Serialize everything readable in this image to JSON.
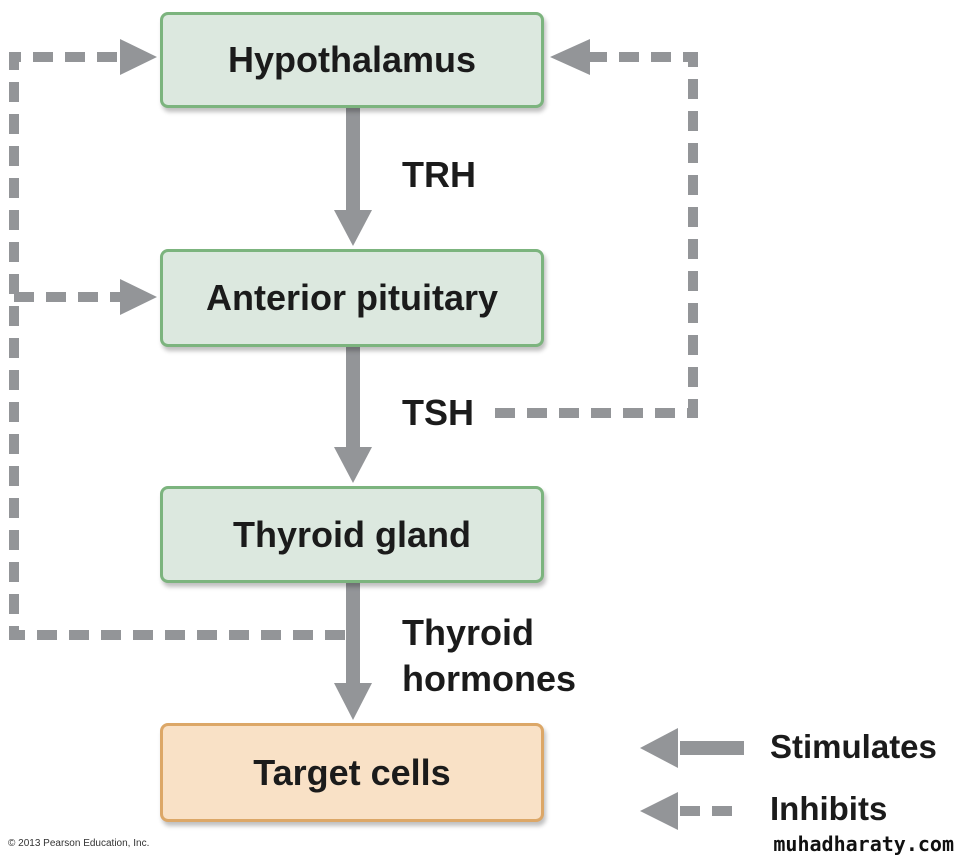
{
  "boxes": {
    "hypothalamus": "Hypothalamus",
    "anterior_pituitary": "Anterior pituitary",
    "thyroid_gland": "Thyroid gland",
    "target_cells": "Target cells"
  },
  "hormones": {
    "trh": "TRH",
    "tsh": "TSH",
    "thyroid_hormones_line1": "Thyroid",
    "thyroid_hormones_line2": "hormones"
  },
  "legend": {
    "stimulates": "Stimulates",
    "inhibits": "Inhibits"
  },
  "footer": {
    "copyright": "© 2013 Pearson Education, Inc.",
    "watermark": "muhadharaty.com"
  },
  "colors": {
    "arrow": "#939598",
    "box_green_fill": "#dce8df",
    "box_green_border": "#7cb47e",
    "box_orange_fill": "#f9e1c6",
    "box_orange_border": "#dca767"
  }
}
